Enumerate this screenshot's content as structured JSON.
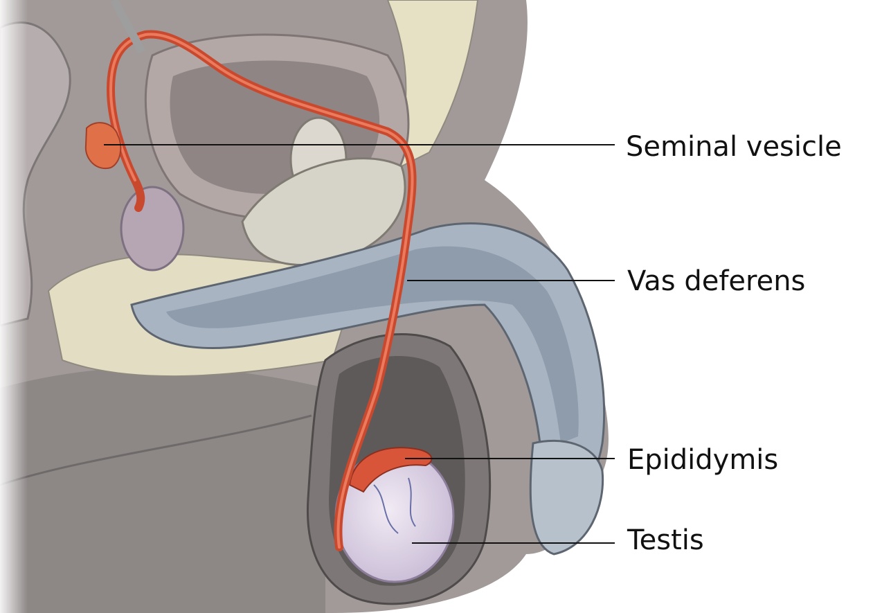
{
  "labels": {
    "seminal_vesicle": "Seminal vesicle",
    "vas_deferens": "Vas deferens",
    "epididymis": "Epididymis",
    "testis": "Testis"
  },
  "colors": {
    "background": "#ffffff",
    "skin": "#9a9392",
    "duct": "#d9553a",
    "bone": "#e9e6d4",
    "erectile_tissue": "#a9b6c4",
    "testis": "#ddd3e6",
    "leader_line": "#111111"
  }
}
